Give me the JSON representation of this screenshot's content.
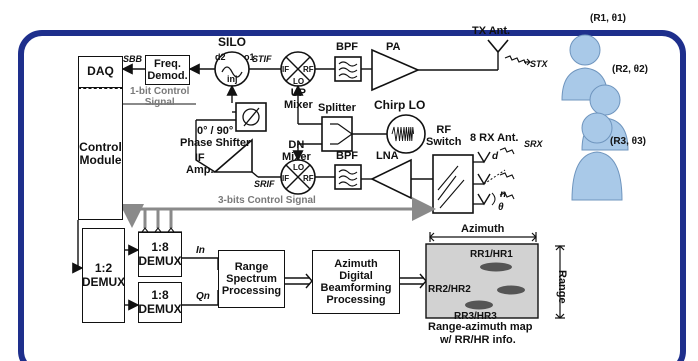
{
  "blocks": {
    "daq": "DAQ",
    "control": "Control\nModule",
    "freq": "Freq.\nDemod.",
    "silo": "SILO",
    "up_mixer": "UP\nMixer",
    "bpf_tx": "BPF",
    "pa": "PA",
    "tx_ant": "TX Ant.",
    "splitter": "Splitter",
    "chirp_lo": "Chirp LO",
    "phase_shifter": "0° / 90°\nPhase Shifter",
    "if_amp": "IF\nAmp.",
    "dn_mixer": "DN\nMixer",
    "bpf_rx": "BPF",
    "lna": "LNA",
    "rf_switch": "RF\nSwitch",
    "rx_ant": "8 RX Ant.",
    "demux_12": "1:2\nDEMUX",
    "demux_18_top": "1:8\nDEMUX",
    "demux_18_bot": "1:8\nDEMUX",
    "range_proc": "Range\nSpectrum\nProcessing",
    "az_proc": "Azimuth\nDigital\nBeamforming\nProcessing"
  },
  "signals": {
    "s_bb": "SBB",
    "s_tif": "STIF",
    "s_rif": "SRIF",
    "s_tx": "STX",
    "s_rx": "SRX",
    "one_bit": "1-bit Control\nSignal",
    "three_bits": "3-bits Control Signal",
    "i_n": "In",
    "q_n": "Qn",
    "d": "d",
    "n": "n",
    "theta": "θ"
  },
  "map": {
    "azimuth": "Azimuth",
    "range": "Range",
    "rr1": "RR1/HR1",
    "rr2": "RR2/HR2",
    "rr3": "RR3/HR3",
    "caption_1": "Range-azimuth map",
    "caption_2": "w/ RR/HR info."
  },
  "targets": {
    "t1": "(R1, θ1)",
    "t2": "(R2, θ2)",
    "t3": "(R3, θ3)"
  },
  "colors": {
    "frame": "#1e2f8c",
    "person_fill": "#a9c9e8",
    "person_stroke": "#6f95be",
    "map_fill": "#d2d2d2",
    "ellipse": "#555555",
    "control_line": "#8a8a8a"
  }
}
